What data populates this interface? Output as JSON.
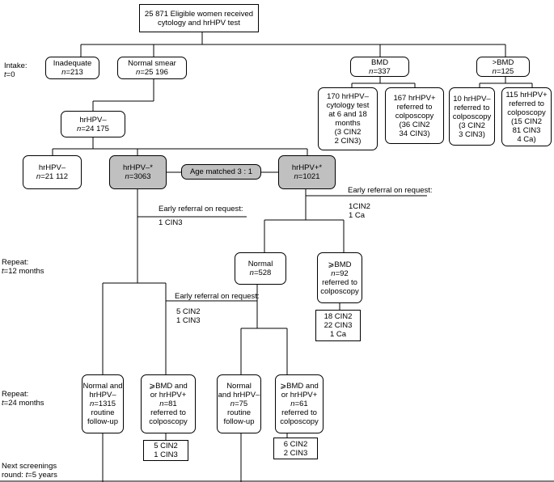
{
  "boxes": {
    "root": [
      "25 871 Eligible women received",
      "cytology and hrHPV test"
    ],
    "inadequate": [
      "Inadequate",
      "n=213"
    ],
    "normal_smear": [
      "Normal smear",
      "n=25 196"
    ],
    "bmd": [
      "BMD",
      "n=337"
    ],
    "gt_bmd": [
      ">BMD",
      "n=125"
    ],
    "bmd_neg": [
      "170 hrHPV–",
      "cytology test",
      "at 6 and 18",
      "months",
      "(3 CIN2",
      "2 CIN3)"
    ],
    "bmd_pos": [
      "167 hrHPV+",
      "referred to",
      "colposcopy",
      "(36 CIN2",
      "34 CIN3)"
    ],
    "gt_bmd_neg": [
      "10 hrHPV–",
      "referred to",
      "colposcopy",
      "(3 CIN2",
      "3 CIN3)"
    ],
    "gt_bmd_pos": [
      "115 hrHPV+",
      "referred to",
      "colposcopy",
      "(15 CIN2",
      "81 CIN3",
      "4 Ca)"
    ],
    "hpv_neg_total": [
      "hrHPV–",
      "n=24 175"
    ],
    "hpv_neg_rest": [
      "hrHPV–",
      "n=21 112"
    ],
    "hpv_neg_star": [
      "hrHPV–*",
      "n=3063"
    ],
    "age_matched": [
      "Age matched 3 : 1"
    ],
    "hpv_pos_star": [
      "hrHPV+*",
      "n=1021"
    ],
    "normal_12": [
      "Normal",
      "n=528"
    ],
    "ge_bmd_12": [
      "⩾BMD",
      "n=92",
      "referred to",
      "colposcopy"
    ],
    "result_12": [
      "18 CIN2",
      "22 CIN3",
      "1 Ca"
    ],
    "left_normal_24": [
      "Normal  and",
      "hrHPV–",
      "n=1315",
      "routine",
      "follow-up"
    ],
    "left_ge_24": [
      "⩾BMD and",
      "or hrHPV+",
      "n=81",
      "referred to",
      "colposcopy"
    ],
    "left_result_24": [
      "5 CIN2",
      "1 CIN3"
    ],
    "right_normal_24": [
      "Normal",
      "and hrHPV–",
      "n=75",
      "routine",
      "follow-up"
    ],
    "right_ge_24": [
      "⩾BMD and",
      "or hrHPV+",
      "n=61",
      "referred to",
      "colposcopy"
    ],
    "right_result_24": [
      "6 CIN2",
      "2 CIN3"
    ]
  },
  "labels": {
    "intake": [
      "Intake:",
      "t=0"
    ],
    "repeat_12": [
      "Repeat:",
      "t=12 months"
    ],
    "repeat_24": [
      "Repeat:",
      "t=24 months"
    ],
    "next_round": [
      "Next screenings",
      "round: t=5 years"
    ],
    "early_1_title": "Early referral on request:",
    "early_1_value": "1 CIN3",
    "early_2_title": "Early referral on request:",
    "early_2_values": [
      "1CIN2",
      "1 Ca"
    ],
    "early_3_title": "Early referral on request:",
    "early_3_values": [
      "5 CIN2",
      "1 CIN3"
    ]
  }
}
